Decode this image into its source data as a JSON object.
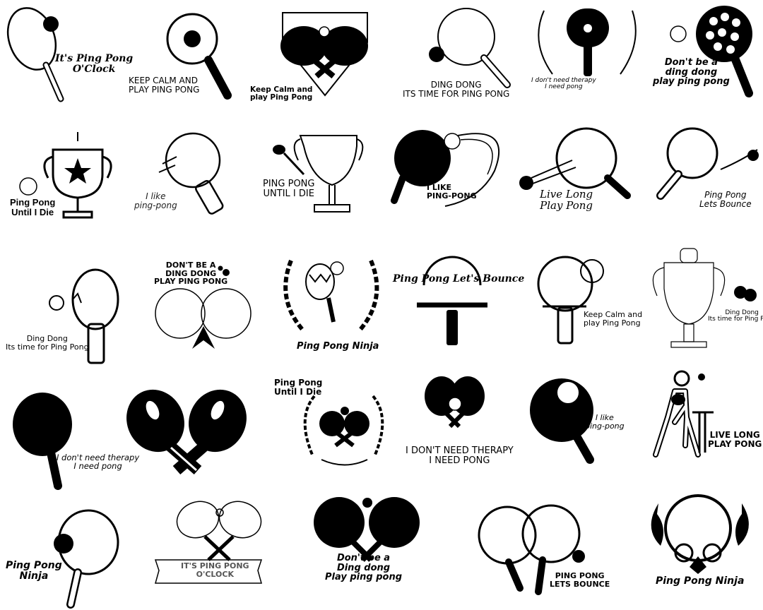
{
  "sheet_title": "",
  "designs": [
    {
      "id": 1,
      "caption": "It's Ping Pong\nO'Clock"
    },
    {
      "id": 2,
      "caption": "KEEP CALM AND\nPLAY PING PONG"
    },
    {
      "id": 3,
      "caption": "Keep Calm and\nplay Ping Pong"
    },
    {
      "id": 4,
      "caption": "DING DONG\nITS TIME FOR PING PONG"
    },
    {
      "id": 5,
      "caption": "I don't need therapy\nI need pong"
    },
    {
      "id": 6,
      "caption": "Don't be a\nding dong\nplay ping pong"
    },
    {
      "id": 7,
      "caption": "Ping Pong\nUntil I Die"
    },
    {
      "id": 8,
      "caption": "I like\nping-pong"
    },
    {
      "id": 9,
      "caption": "PING PONG\nUNTIL I DIE"
    },
    {
      "id": 10,
      "caption": "I LIKE\nPING-PONG"
    },
    {
      "id": 11,
      "caption": "Live Long\nPlay Pong"
    },
    {
      "id": 12,
      "caption": "Ping Pong\nLets Bounce"
    },
    {
      "id": 13,
      "caption": "Ding Dong\nIts time for Ping Pong"
    },
    {
      "id": 14,
      "caption": "DON'T BE A\nDING DONG\nPLAY PING PONG"
    },
    {
      "id": 15,
      "caption": "Ping Pong Ninja"
    },
    {
      "id": 16,
      "caption": "Ping Pong Let's Bounce"
    },
    {
      "id": 17,
      "caption": "Keep Calm and\nplay Ping Pong"
    },
    {
      "id": 18,
      "caption": "Ding Dong\nIts time for Ping Pong"
    },
    {
      "id": 19,
      "caption": "I don't need therapy\nI need pong"
    },
    {
      "id": 20,
      "caption": ""
    },
    {
      "id": 21,
      "caption": "Ping Pong\nUntil I Die"
    },
    {
      "id": 22,
      "caption": "I DON'T NEED THERAPY\nI NEED PONG"
    },
    {
      "id": 23,
      "caption": "I like\nping-pong"
    },
    {
      "id": 24,
      "caption": "LIVE LONG\nPLAY PONG"
    },
    {
      "id": 25,
      "caption": "Ping Pong\nNinja"
    },
    {
      "id": 26,
      "caption": "IT'S PING PONG\nO'CLOCK"
    },
    {
      "id": 27,
      "caption": "Don't be a\nDing dong\nPlay ping pong"
    },
    {
      "id": 28,
      "caption": "PING PONG\nLETS BOUNCE"
    },
    {
      "id": 29,
      "caption": "Ping Pong Ninja"
    }
  ],
  "colors": {
    "ink": "#000000",
    "paper": "#ffffff"
  }
}
